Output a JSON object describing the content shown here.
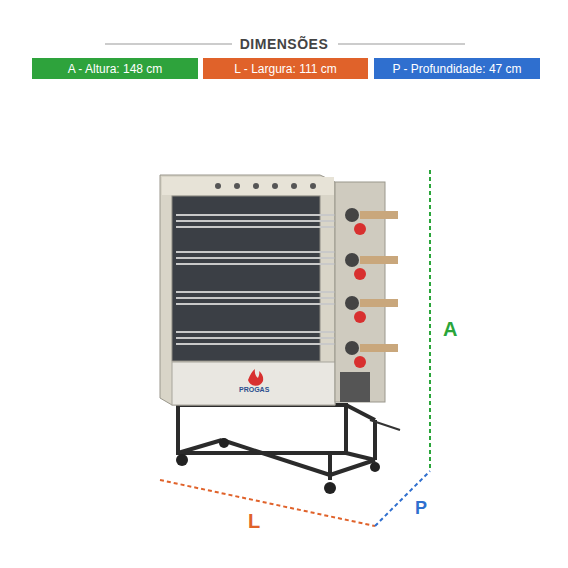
{
  "diagram": {
    "title": "DIMENSÕES",
    "nodes": [
      {
        "text": [
          "A - Altura: 148 cm"
        ]
      },
      {
        "text": [
          "L - Largura: 111 cm"
        ]
      },
      {
        "text": [
          "P - Profundidade: 47 cm"
        ]
      }
    ],
    "labels": [
      "A",
      "L",
      "P",
      "PROGAS"
    ]
  }
}
